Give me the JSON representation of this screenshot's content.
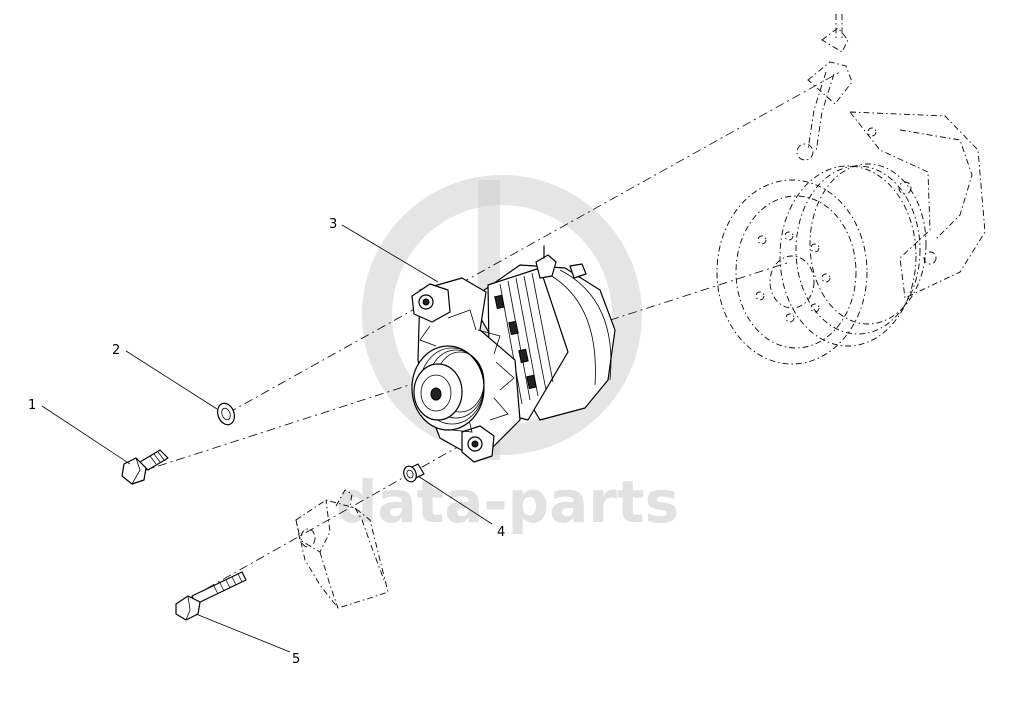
{
  "watermark": {
    "brand_text": "data-parts",
    "color": "#bdbdbd"
  },
  "callouts": [
    {
      "id": "1",
      "label": "1",
      "part": "bolt"
    },
    {
      "id": "2",
      "label": "2",
      "part": "washer"
    },
    {
      "id": "3",
      "label": "3",
      "part": "alternator"
    },
    {
      "id": "4",
      "label": "4",
      "part": "spacer"
    },
    {
      "id": "5",
      "label": "5",
      "part": "long-bolt"
    }
  ],
  "colors": {
    "line": "#000000",
    "background": "#ffffff"
  }
}
